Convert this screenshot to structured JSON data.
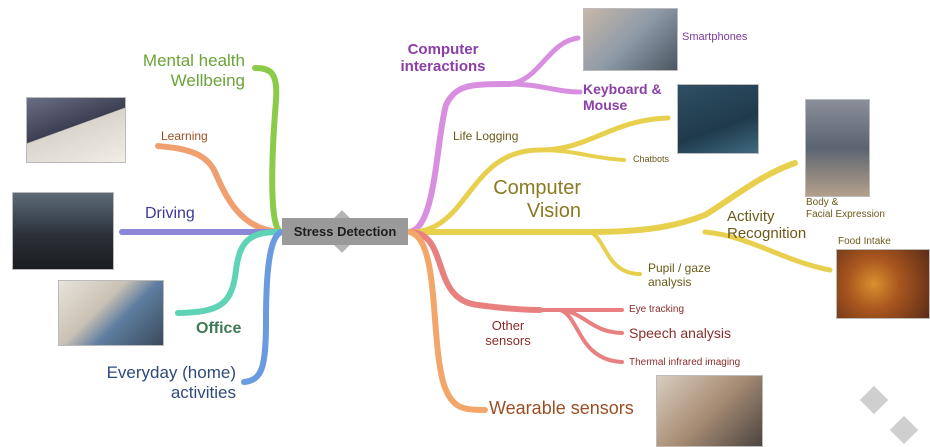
{
  "center": {
    "label": "Stress Detection"
  },
  "left": {
    "mental_health": {
      "line1": "Mental health",
      "line2": "Wellbeing",
      "color": "#7cbf3b"
    },
    "learning": {
      "label": "Learning",
      "color": "#f0a070"
    },
    "driving": {
      "label": "Driving",
      "color": "#8b86d8"
    },
    "office": {
      "label": "Office",
      "color": "#5fd3b5"
    },
    "everyday": {
      "line1": "Everyday (home)",
      "line2": "activities",
      "color": "#6a9be0"
    }
  },
  "right": {
    "computer_interactions": {
      "line1": "Computer",
      "line2": "interactions",
      "color": "#d98fe0",
      "children": {
        "smartphones": "Smartphones",
        "keyboard_line1": "Keyboard &",
        "keyboard_line2": "Mouse"
      }
    },
    "computer_vision": {
      "line1": "Computer",
      "line2": "Vision",
      "color": "#e8d04f",
      "life_logging": "Life Logging",
      "chatbots": "Chatbots",
      "activity_line1": "Activity",
      "activity_line2": "Recognition",
      "body_line1": "Body &",
      "body_line2": "Facial Expression",
      "food_intake": "Food Intake",
      "pupil_line1": "Pupil / gaze",
      "pupil_line2": "analysis"
    },
    "other_sensors": {
      "line1": "Other",
      "line2": "sensors",
      "color": "#e88080",
      "children": {
        "eye_tracking": "Eye tracking",
        "speech_analysis": "Speech analysis",
        "thermal": "Thermal infrared imaging"
      }
    },
    "wearable": {
      "label": "Wearable sensors",
      "color": "#f2a66a"
    }
  },
  "photos": {
    "learning": "laptop-learning-photo",
    "driving": "dashcam-photo",
    "office": "office-worker-photo",
    "smartphones": "smartphone-hands-photo",
    "chatbot": "chatbot-phone-photo",
    "body": "stressed-person-photo",
    "food": "food-photo",
    "wearable": "smartwatch-photo"
  }
}
